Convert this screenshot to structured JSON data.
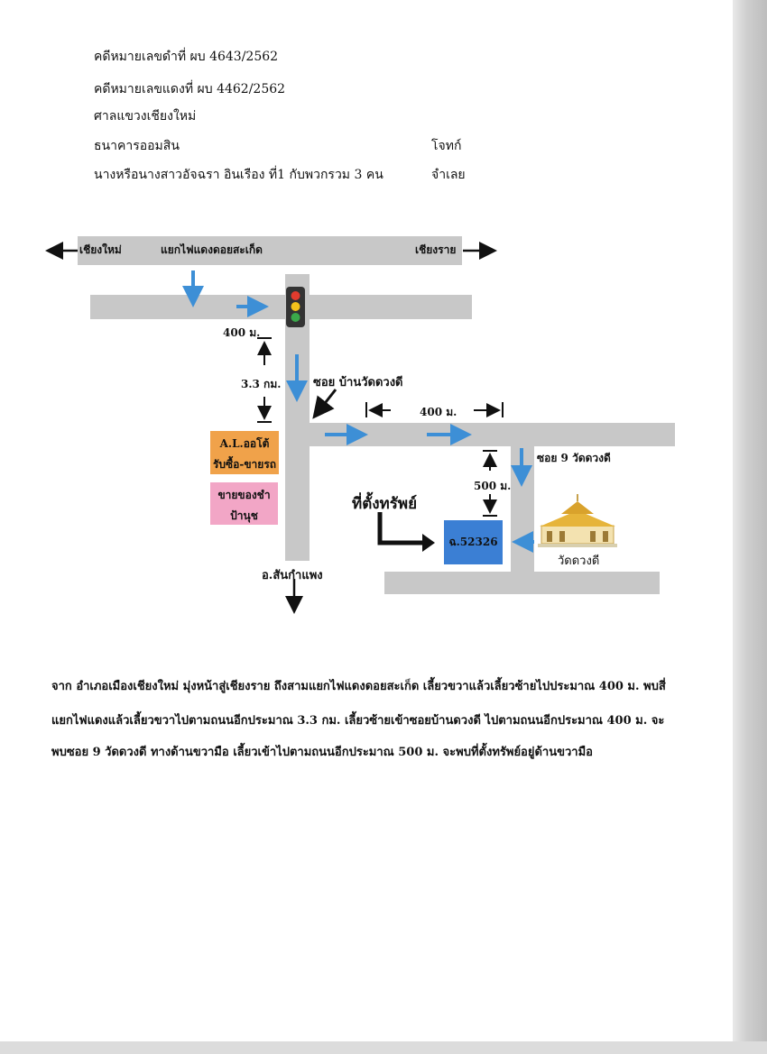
{
  "header": {
    "black_case": "คดีหมายเลขดำที่ ผบ 4643/2562",
    "red_case": "คดีหมายเลขแดงที่ ผบ 4462/2562",
    "court": "ศาลแขวงเชียงใหม่",
    "plaintiff": "ธนาคารออมสิน",
    "plaintiff_role": "โจทก์",
    "defendant": "นางหรือนางสาวอัจฉรา  อินเรือง  ที่1 กับพวกรวม  3 คน",
    "defendant_role": "จำเลย"
  },
  "map": {
    "left_city": "เชียงใหม่",
    "junction": "แยกไฟแดงดอยสะเก็ด",
    "right_city": "เชียงราย",
    "dist_400_top": "400 ม.",
    "dist_33": "3.3 กม.",
    "soi_label": "ซอย บ้านวัดดวงดี",
    "dist_400_mid": "400 ม.",
    "soi9": "ซอย 9 วัดดวงดี",
    "dist_500": "500 ม.",
    "shop1_line1": "A.L.ออโต้",
    "shop1_line2": "รับซื้อ-ขายรถ",
    "shop2_line1": "ขายของชำ",
    "shop2_line2": "ป้านุช",
    "property_label": "ที่ตั้งทรัพย์",
    "deed": "ฉ.52326",
    "temple": "วัดดวงดี",
    "south_dest": "อ.สันกำแพง",
    "colors": {
      "road": "#c8c8c8",
      "arrow_blue": "#3d8fd6",
      "deed_box": "#3b7fd4",
      "shop1": "#f0a24a",
      "shop2": "#f2a6c6"
    }
  },
  "description": {
    "line1": "จาก อำเภอเมืองเชียงใหม่ มุ่งหน้าสู่เชียงราย  ถึงสามแยกไฟแดงดอยสะเก็ด เลี้ยวขวาแล้วเลี้ยวซ้ายไปประมาณ 400 ม. พบสี่",
    "line2": "แยกไฟแดงแล้วเลี้ยวขวาไปตามถนนอีกประมาณ 3.3 กม.  เลี้ยวซ้ายเข้าซอยบ้านดวงดี ไปตามถนนอีกประมาณ 400 ม. จะ",
    "line3": "พบซอย 9 วัดดวงดี  ทางด้านขวามือ เลี้ยวเข้าไปตามถนนอีกประมาณ 500 ม. จะพบที่ตั้งทรัพย์อยู่ด้านขวามือ"
  }
}
